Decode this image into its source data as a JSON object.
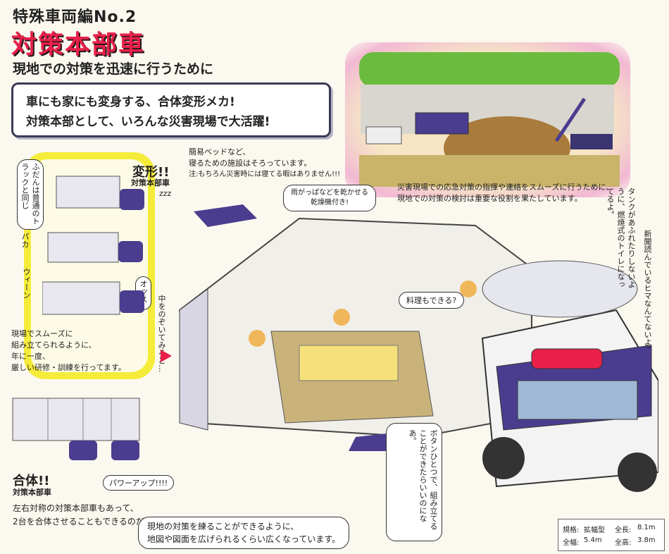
{
  "header": {
    "series": "特殊車両編No.2",
    "title": "対策本部車",
    "subtitle": "現地での対策を迅速に行うために"
  },
  "lead": {
    "line1": "車にも家にも変身する、合体変形メカ!",
    "line2": "対策本部として、いろんな災害現場で大活躍!"
  },
  "transform_panel": {
    "heading": "変形!!",
    "heading_sub": "対策本部車",
    "zzz": "zzz",
    "side_note": "ふだんは普通のトラックと同じ",
    "sfx_pakaa": "パカ",
    "sfx_wiin": "ウィーン",
    "bubble_oss": "オッス",
    "peek_note": "中をのぞいてみると…",
    "training": [
      "現場でスムーズに",
      "組み立てられるように、",
      "年に一度、",
      "厳しい研修・訓練を行ってます。"
    ]
  },
  "combine_panel": {
    "heading": "合体!!",
    "heading_sub": "対策本部車",
    "bubble_power": "パワーアップ!!!!",
    "desc": [
      "左右対称の対策本部車もあって、",
      "2台を合体させることもできるのだ!"
    ]
  },
  "notes": {
    "bed": [
      "簡易ベッドなど、",
      "寝るための施設はそろっています。",
      "注:もちろん災害時には寝てる暇はありません!!!"
    ],
    "dryer": [
      "雨がっぱなどを乾かせる",
      "乾燥機付き!"
    ],
    "role": [
      "災害現場での応急対策の指揮や連絡をスムーズに行うために、",
      "現地での対策の検討は重要な役割を果たしています。"
    ],
    "toilet": "タンクがあふれたりしないように、燃焼式のトイレになってるよ。",
    "newspaper": "新聞読んでいるヒマなんてないよ!",
    "cooking": "料理もできる?",
    "button": "ボタンひとつで、組み立てることができたらいいのになあ。",
    "map": [
      "現地の対策を練ることができるように、",
      "地図や図面を広げられるくらい広くなっています。"
    ]
  },
  "spec": {
    "kikaku_label": "規格:",
    "kikaku_value": "拡幅型",
    "length_label": "全長:",
    "length_value": "8.1m",
    "width_label": "全幅:",
    "width_value": "5.4m",
    "height_label": "全高:",
    "height_value": "3.8m"
  },
  "colors": {
    "title": "#e8204a",
    "truck_purple": "#4a3d8f",
    "highlight_yellow": "#f5ec3a",
    "pink_frame": "#f2b8d3"
  }
}
